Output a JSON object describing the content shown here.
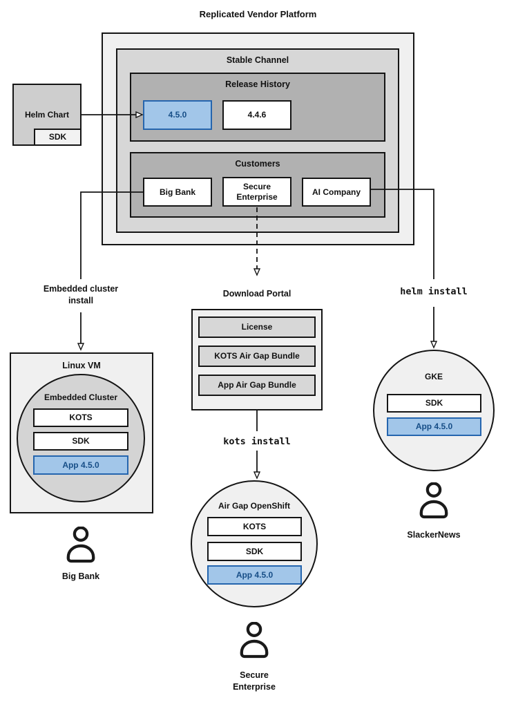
{
  "title": "Replicated Vendor Platform",
  "colors": {
    "highlight_fill": "#a2c6e9",
    "highlight_border": "#2565ae",
    "highlight_text": "#174e87"
  },
  "platform": {
    "channel_label": "Stable Channel",
    "release_history": {
      "label": "Release History",
      "releases": [
        "4.5.0",
        "4.4.6"
      ]
    },
    "customers": {
      "label": "Customers",
      "items": [
        "Big Bank",
        "Secure\nEnterprise",
        "AI Company"
      ]
    }
  },
  "helm_chart": {
    "label": "Helm Chart",
    "sdk_label": "SDK"
  },
  "left_flow": {
    "arrow_label": "Embedded cluster\ninstall",
    "vm_label": "Linux VM",
    "cluster_label": "Embedded Cluster",
    "components": [
      "KOTS",
      "SDK",
      "App 4.5.0"
    ],
    "user_label": "Big Bank"
  },
  "middle_flow": {
    "portal_title": "Download Portal",
    "portal_items": [
      "License",
      "KOTS Air Gap Bundle",
      "App Air Gap Bundle"
    ],
    "command": "kots install",
    "cluster_label": "Air Gap OpenShift",
    "components": [
      "KOTS",
      "SDK",
      "App 4.5.0"
    ],
    "user_label": "Secure\nEnterprise"
  },
  "right_flow": {
    "command": "helm install",
    "cluster_label": "GKE",
    "components": [
      "SDK",
      "App 4.5.0"
    ],
    "user_label": "SlackerNews"
  }
}
